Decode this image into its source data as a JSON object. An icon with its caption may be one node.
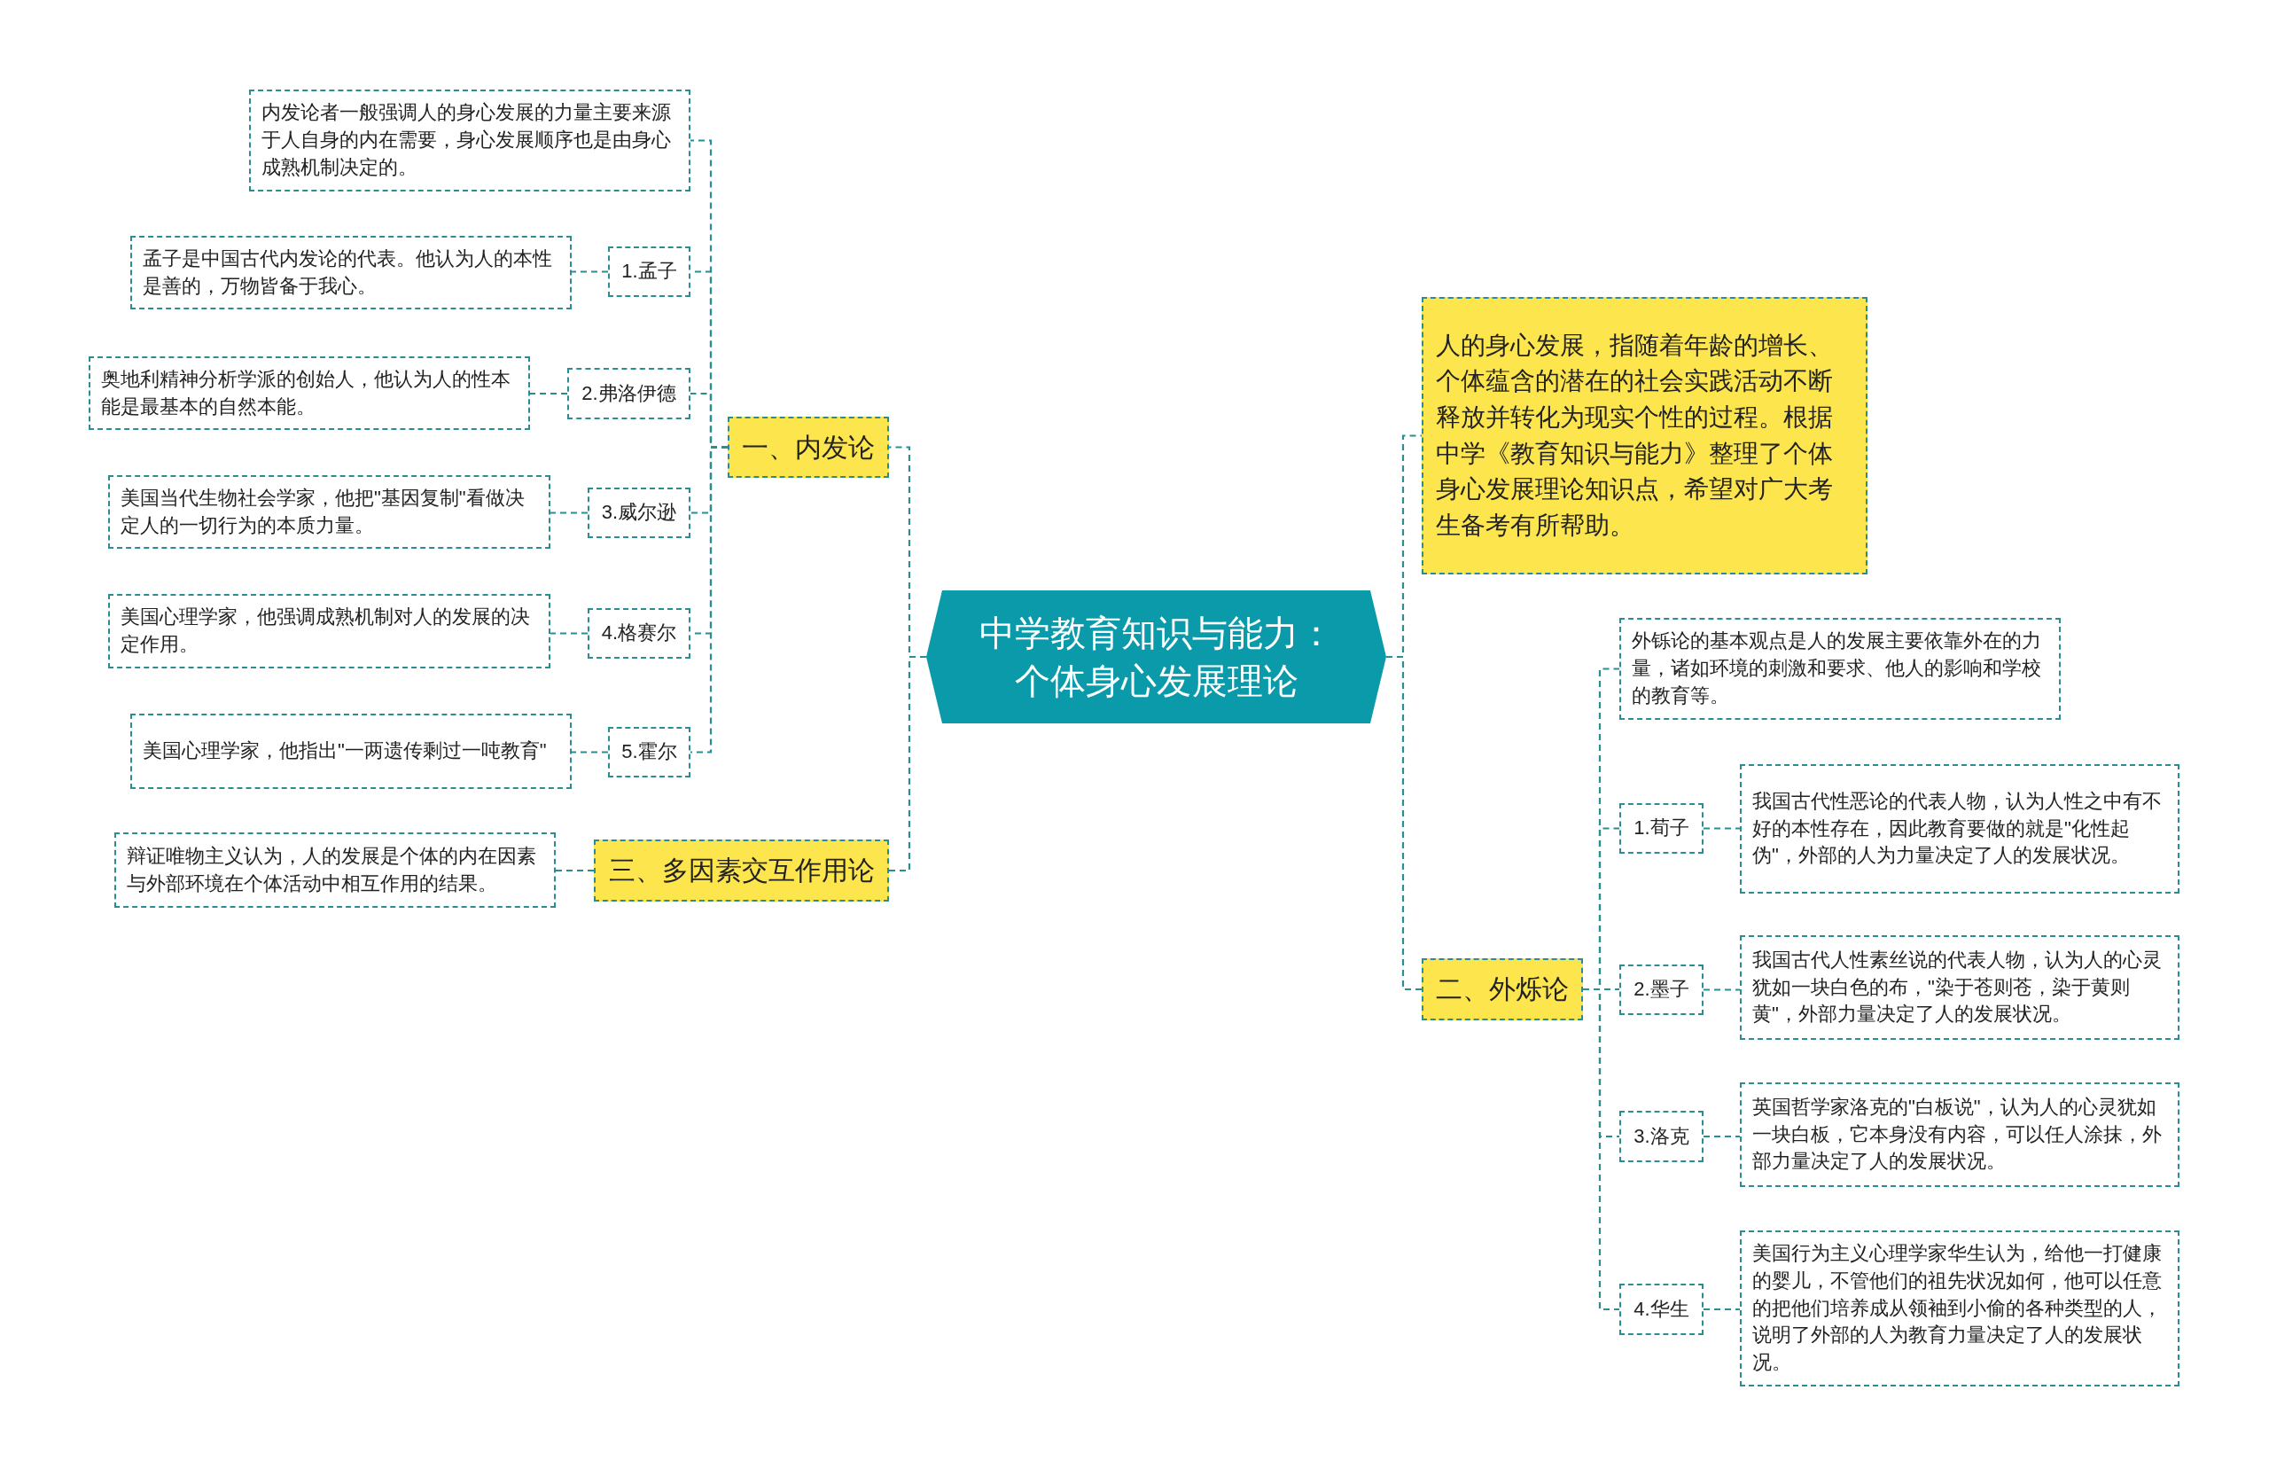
{
  "diagram": {
    "nodes": [
      {
        "text": [
          "中学教育知识与能力：个体身心发展理论"
        ]
      },
      {
        "text": [
          "一、内发论"
        ]
      },
      {
        "text": [
          "内发论者一般强调人的身心发展的力量主要来源于人自身的内在需要，身心发展顺序也是由身心成熟机制决定的。"
        ]
      },
      {
        "text": [
          "1.孟子"
        ]
      },
      {
        "text": [
          "孟子是中国古代内发论的代表。他认为人的本性是善的，万物皆备于我心。"
        ]
      },
      {
        "text": [
          "2.弗洛伊德"
        ]
      },
      {
        "text": [
          "奥地利精神分析学派的创始人，他认为人的性本能是最基本的自然本能。"
        ]
      },
      {
        "text": [
          "3.威尔逊"
        ]
      },
      {
        "text": [
          "美国当代生物社会学家，他把\"基因复制\"看做决定人的一切行为的本质力量。"
        ]
      },
      {
        "text": [
          "4.格赛尔"
        ]
      },
      {
        "text": [
          "美国心理学家，他强调成熟机制对人的发展的决定作用。"
        ]
      },
      {
        "text": [
          "5.霍尔"
        ]
      },
      {
        "text": [
          "美国心理学家，他指出\"一两遗传剩过一吨教育\""
        ]
      },
      {
        "text": [
          "三、多因素交互作用论"
        ]
      },
      {
        "text": [
          "辩证唯物主义认为，人的发展是个体的内在因素与外部环境在个体活动中相互作用的结果。"
        ]
      },
      {
        "text": [
          "人的身心发展，指随着年龄的增长、个体蕴含的潜在的社会实践活动不断释放并转化为现实个性的过程。根据中学《教育知识与能力》整理了个体身心发展理论知识点，希望对广大考生备考有所帮助。"
        ]
      },
      {
        "text": [
          "二、外烁论"
        ]
      },
      {
        "text": [
          "外铄论的基本观点是人的发展主要依靠外在的力量，诸如环境的刺激和要求、他人的影响和学校的教育等。"
        ]
      },
      {
        "text": [
          "1.荀子"
        ]
      },
      {
        "text": [
          "我国古代性恶论的代表人物，认为人性之中有不好的本性存在，因此教育要做的就是\"化性起伪\"，外部的人为力量决定了人的发展状况。"
        ]
      },
      {
        "text": [
          "2.墨子"
        ]
      },
      {
        "text": [
          "我国古代人性素丝说的代表人物，认为人的心灵犹如一块白色的布，\"染于苍则苍，染于黄则黄\"，外部力量决定了人的发展状况。"
        ]
      },
      {
        "text": [
          "3.洛克"
        ]
      },
      {
        "text": [
          "英国哲学家洛克的\"白板说\"，认为人的心灵犹如一块白板，它本身没有内容，可以任人涂抹，外部力量决定了人的发展状况。"
        ]
      },
      {
        "text": [
          "4.华生"
        ]
      },
      {
        "text": [
          "美国行为主义心理学家华生认为，给他一打健康的婴儿，不管他们的祖先状况如何，他可以任意的把他们培养成从领袖到小偷的各种类型的人，说明了外部的人为教育力量决定了人的发展状况。"
        ]
      }
    ],
    "edges": [
      {
        "from": 0,
        "to": 1,
        "arrow": "none"
      },
      {
        "from": 1,
        "to": 2,
        "arrow": "none"
      },
      {
        "from": 1,
        "to": 3,
        "arrow": "none"
      },
      {
        "from": 3,
        "to": 4,
        "arrow": "none"
      },
      {
        "from": 1,
        "to": 5,
        "arrow": "none"
      },
      {
        "from": 5,
        "to": 6,
        "arrow": "none"
      },
      {
        "from": 1,
        "to": 7,
        "arrow": "none"
      },
      {
        "from": 7,
        "to": 8,
        "arrow": "none"
      },
      {
        "from": 1,
        "to": 9,
        "arrow": "none"
      },
      {
        "from": 9,
        "to": 10,
        "arrow": "none"
      },
      {
        "from": 1,
        "to": 11,
        "arrow": "none"
      },
      {
        "from": 11,
        "to": 12,
        "arrow": "none"
      },
      {
        "from": 0,
        "to": 13,
        "arrow": "none"
      },
      {
        "from": 13,
        "to": 14,
        "arrow": "none"
      },
      {
        "from": 0,
        "to": 15,
        "arrow": "none"
      },
      {
        "from": 0,
        "to": 16,
        "arrow": "none"
      },
      {
        "from": 16,
        "to": 17,
        "arrow": "none"
      },
      {
        "from": 16,
        "to": 18,
        "arrow": "none"
      },
      {
        "from": 18,
        "to": 19,
        "arrow": "none"
      },
      {
        "from": 16,
        "to": 20,
        "arrow": "none"
      },
      {
        "from": 20,
        "to": 21,
        "arrow": "none"
      },
      {
        "from": 16,
        "to": 22,
        "arrow": "none"
      },
      {
        "from": 22,
        "to": 23,
        "arrow": "none"
      },
      {
        "from": 16,
        "to": 24,
        "arrow": "none"
      },
      {
        "from": 24,
        "to": 25,
        "arrow": "none"
      }
    ]
  }
}
